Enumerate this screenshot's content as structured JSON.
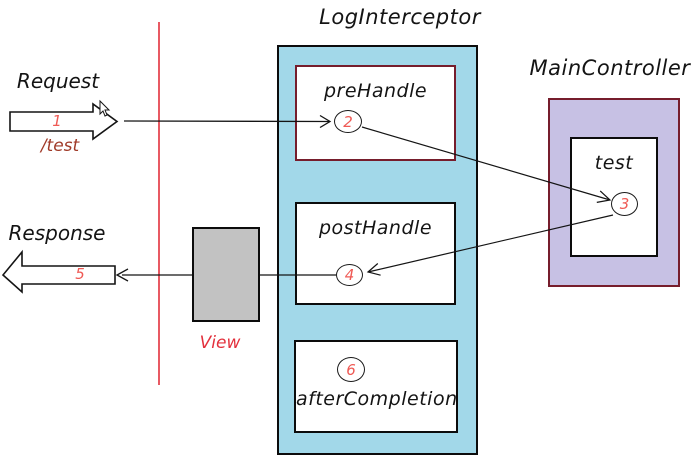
{
  "titles": {
    "interceptor": "LogInterceptor",
    "controller": "MainController"
  },
  "request": {
    "label": "Request",
    "step": "1",
    "path": "/test"
  },
  "response": {
    "label": "Response",
    "step": "5"
  },
  "interceptor_methods": {
    "pre": {
      "name": "preHandle",
      "step": "2"
    },
    "post": {
      "name": "postHandle",
      "step": "4"
    },
    "after": {
      "name": "afterCompletion",
      "step": "6"
    }
  },
  "controller_method": {
    "name": "test",
    "step": "3"
  },
  "view_label": "View",
  "colors": {
    "blue": "#a2d8e9",
    "purple": "#c7c1e4",
    "gray": "#c2c2c2",
    "maroon": "#761d2c",
    "red": "#e3303c",
    "step_red": "#ef5a55",
    "dark_red": "#a03a28",
    "ink": "#141414"
  }
}
